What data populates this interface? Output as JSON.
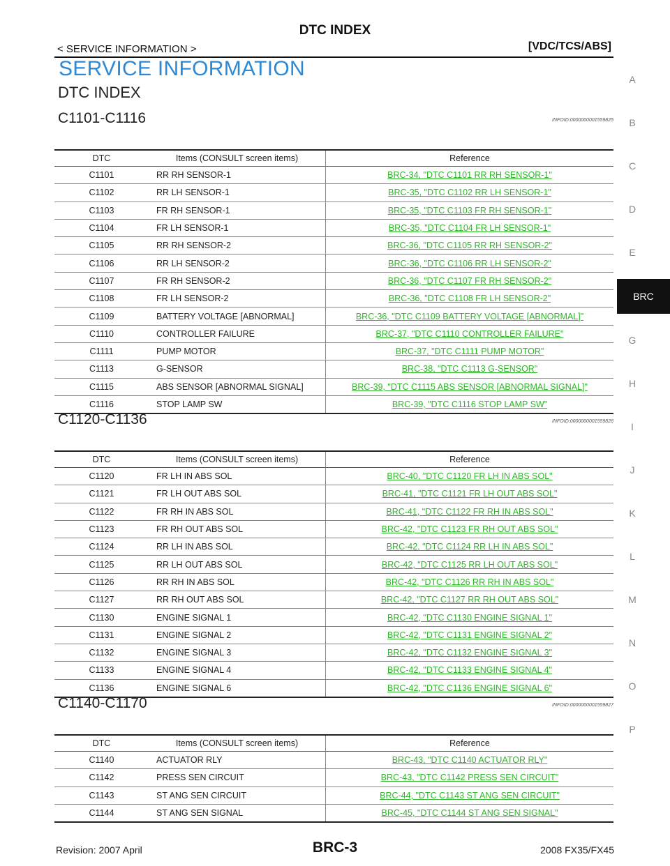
{
  "header": {
    "title": "DTC INDEX",
    "left": "< SERVICE INFORMATION >",
    "right": "[VDC/TCS/ABS]"
  },
  "page": {
    "service_heading": "SERVICE INFORMATION",
    "index_heading": "DTC INDEX"
  },
  "columns": {
    "dtc": "DTC",
    "items": "Items (CONSULT screen items)",
    "reference": "Reference"
  },
  "sections": [
    {
      "title": "C1101-C1116",
      "info_id": "INFOID:0000000001559825",
      "rows": [
        {
          "dtc": "C1101",
          "item": "RR RH SENSOR-1",
          "ref": "BRC-34, \"DTC C1101 RR RH SENSOR-1\""
        },
        {
          "dtc": "C1102",
          "item": "RR LH SENSOR-1",
          "ref": "BRC-35, \"DTC C1102 RR LH SENSOR-1\""
        },
        {
          "dtc": "C1103",
          "item": "FR RH SENSOR-1",
          "ref": "BRC-35, \"DTC C1103 FR RH SENSOR-1\""
        },
        {
          "dtc": "C1104",
          "item": "FR LH SENSOR-1",
          "ref": "BRC-35, \"DTC C1104 FR LH SENSOR-1\""
        },
        {
          "dtc": "C1105",
          "item": "RR RH SENSOR-2",
          "ref": "BRC-36, \"DTC C1105 RR RH SENSOR-2\""
        },
        {
          "dtc": "C1106",
          "item": "RR LH SENSOR-2",
          "ref": "BRC-36, \"DTC C1106 RR LH SENSOR-2\""
        },
        {
          "dtc": "C1107",
          "item": "FR RH SENSOR-2",
          "ref": "BRC-36, \"DTC C1107 FR RH SENSOR-2\""
        },
        {
          "dtc": "C1108",
          "item": "FR LH SENSOR-2",
          "ref": "BRC-36, \"DTC C1108 FR LH SENSOR-2\""
        },
        {
          "dtc": "C1109",
          "item": "BATTERY VOLTAGE [ABNORMAL]",
          "ref": "BRC-36, \"DTC C1109 BATTERY VOLTAGE [ABNORMAL]\""
        },
        {
          "dtc": "C1110",
          "item": "CONTROLLER FAILURE",
          "ref": "BRC-37, \"DTC C1110 CONTROLLER FAILURE\""
        },
        {
          "dtc": "C1111",
          "item": "PUMP MOTOR",
          "ref": "BRC-37, \"DTC C1111 PUMP MOTOR\""
        },
        {
          "dtc": "C1113",
          "item": "G-SENSOR",
          "ref": "BRC-38, \"DTC C1113 G-SENSOR\""
        },
        {
          "dtc": "C1115",
          "item": "ABS SENSOR [ABNORMAL SIGNAL]",
          "ref": "BRC-39, \"DTC C1115 ABS SENSOR [ABNORMAL SIGNAL]\""
        },
        {
          "dtc": "C1116",
          "item": "STOP LAMP SW",
          "ref": "BRC-39, \"DTC C1116 STOP LAMP SW\""
        }
      ]
    },
    {
      "title": "C1120-C1136",
      "info_id": "INFOID:0000000001559826",
      "rows": [
        {
          "dtc": "C1120",
          "item": "FR LH IN ABS SOL",
          "ref": "BRC-40, \"DTC C1120 FR LH IN ABS SOL\""
        },
        {
          "dtc": "C1121",
          "item": "FR LH OUT ABS SOL",
          "ref": "BRC-41, \"DTC C1121 FR LH OUT ABS SOL\""
        },
        {
          "dtc": "C1122",
          "item": "FR RH IN ABS SOL",
          "ref": "BRC-41, \"DTC C1122 FR RH IN ABS SOL\""
        },
        {
          "dtc": "C1123",
          "item": "FR RH OUT ABS SOL",
          "ref": "BRC-42, \"DTC C1123 FR RH OUT ABS SOL\""
        },
        {
          "dtc": "C1124",
          "item": "RR LH IN ABS SOL",
          "ref": "BRC-42, \"DTC C1124 RR LH IN ABS SOL\""
        },
        {
          "dtc": "C1125",
          "item": "RR LH OUT ABS SOL",
          "ref": "BRC-42, \"DTC C1125 RR LH OUT ABS SOL\""
        },
        {
          "dtc": "C1126",
          "item": "RR RH IN ABS SOL",
          "ref": "BRC-42, \"DTC C1126 RR RH IN ABS SOL\""
        },
        {
          "dtc": "C1127",
          "item": "RR RH OUT ABS SOL",
          "ref": "BRC-42, \"DTC C1127 RR RH OUT ABS SOL\""
        },
        {
          "dtc": "C1130",
          "item": "ENGINE SIGNAL 1",
          "ref": "BRC-42, \"DTC C1130 ENGINE SIGNAL 1\""
        },
        {
          "dtc": "C1131",
          "item": "ENGINE SIGNAL 2",
          "ref": "BRC-42, \"DTC C1131 ENGINE SIGNAL 2\""
        },
        {
          "dtc": "C1132",
          "item": "ENGINE SIGNAL 3",
          "ref": "BRC-42, \"DTC C1132 ENGINE SIGNAL 3\""
        },
        {
          "dtc": "C1133",
          "item": "ENGINE SIGNAL 4",
          "ref": "BRC-42, \"DTC C1133 ENGINE SIGNAL 4\""
        },
        {
          "dtc": "C1136",
          "item": "ENGINE SIGNAL 6",
          "ref": "BRC-42, \"DTC C1136 ENGINE SIGNAL 6\""
        }
      ]
    },
    {
      "title": "C1140-C1170",
      "info_id": "INFOID:0000000001559827",
      "rows": [
        {
          "dtc": "C1140",
          "item": "ACTUATOR RLY",
          "ref": "BRC-43, \"DTC C1140 ACTUATOR RLY\""
        },
        {
          "dtc": "C1142",
          "item": "PRESS SEN CIRCUIT",
          "ref": "BRC-43, \"DTC C1142 PRESS SEN CIRCUIT\""
        },
        {
          "dtc": "C1143",
          "item": "ST ANG SEN CIRCUIT",
          "ref": "BRC-44, \"DTC C1143 ST ANG SEN CIRCUIT\""
        },
        {
          "dtc": "C1144",
          "item": "ST ANG SEN SIGNAL",
          "ref": "BRC-45, \"DTC C1144 ST ANG SEN SIGNAL\""
        }
      ]
    }
  ],
  "side_tabs": [
    "A",
    "B",
    "C",
    "D",
    "E",
    "BRC",
    "G",
    "H",
    "I",
    "J",
    "K",
    "L",
    "M",
    "N",
    "O",
    "P"
  ],
  "active_tab": "BRC",
  "footer": {
    "left": "Revision: 2007 April",
    "center": "BRC-3",
    "right": "2008 FX35/FX45"
  },
  "colors": {
    "heading_blue": "#2a8ad8",
    "link_green": "#2fb52a",
    "active_tab_bg": "#111111"
  }
}
